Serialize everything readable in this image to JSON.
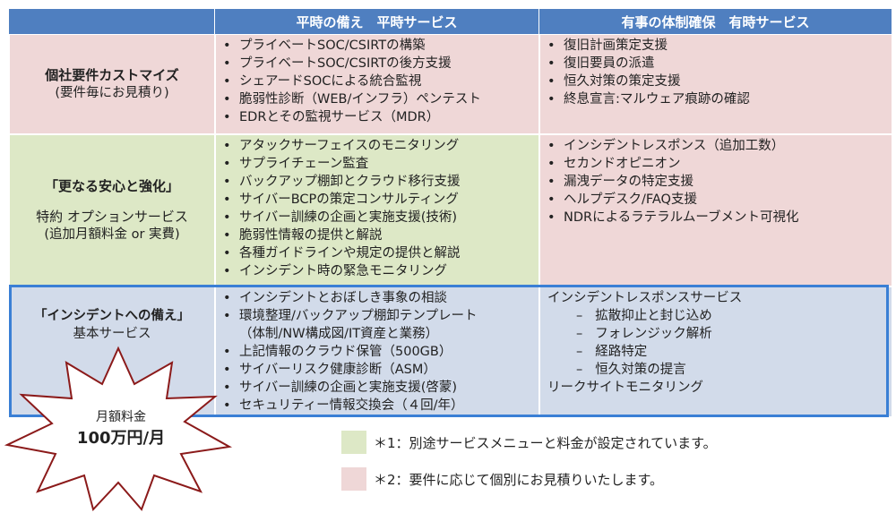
{
  "header": {
    "col2": "平時の備え　平時サービス",
    "col3": "有事の体制確保　有時サービス"
  },
  "rows": {
    "custom": {
      "label_bold": "個社要件カストマイズ",
      "label_sub": "(要件毎にお見積り)",
      "normal": [
        "プライベートSOC/CSIRTの構築",
        "プライベートSOC/CSIRTの後方支援",
        "シェアードSOCによる統合監視",
        "脆弱性診断（WEB/インフラ）ペンテスト",
        "EDRとその監視サービス（MDR）"
      ],
      "emergency": [
        "復旧計画策定支援",
        "復旧要員の派遣",
        "恒久対策の策定支援",
        "終息宣言:マルウェア痕跡の確認"
      ]
    },
    "option": {
      "label_bold": "「更なる安心と強化」",
      "label_sub1": "特約 オプションサービス",
      "label_sub2": "(追加月額料金 or 実費)",
      "normal": [
        "アタックサーフェイスのモニタリング",
        "サプライチェーン監査",
        "バックアップ棚卸とクラウド移行支援",
        "サイバーBCPの策定コンサルティング",
        "サイバー訓練の企画と実施支援(技術)",
        "脆弱性情報の提供と解説",
        "各種ガイドラインや規定の提供と解説",
        "インシデント時の緊急モニタリング"
      ],
      "emergency": [
        "インシデントレスポンス（追加工数）",
        "セカンドオピニオン",
        "漏洩データの特定支援",
        "ヘルプデスク/FAQ支援",
        "NDRによるラテラルムーブメント可視化"
      ]
    },
    "basic": {
      "label_bold": "「インシデントへの備え」",
      "label_sub": "基本サービス",
      "normal": [
        "インシデントとおぼしき事象の相談",
        "環境整理/バックアップ棚卸テンプレート",
        "（体制/NW構成図/IT資産と業務）",
        "上記情報のクラウド保管（500GB）",
        "サイバーリスク健康診断（ASM）",
        "サイバー訓練の企画と実施支援(啓蒙)",
        "セキュリティー情報交換会（４回/年）"
      ],
      "emergency_title": "インシデントレスポンスサービス",
      "emergency_sub": [
        "拡散抑止と封じ込め",
        "フォレンジック解析",
        "経路特定",
        "恒久対策の提言"
      ],
      "emergency_footer": "リークサイトモニタリング"
    }
  },
  "price": {
    "label": "月額料金",
    "amount": "100万円/月"
  },
  "legend": {
    "green_text": "＊1：別途サービスメニューと料金が設定されています。",
    "pink_text": "＊2：要件に応じて個別にお見積りいたします。"
  },
  "colors": {
    "header": "#4f7fc0",
    "pink": "#efd7d7",
    "green": "#dde8c6",
    "blue": "#d2dbea",
    "frame": "#3a7fd5"
  }
}
